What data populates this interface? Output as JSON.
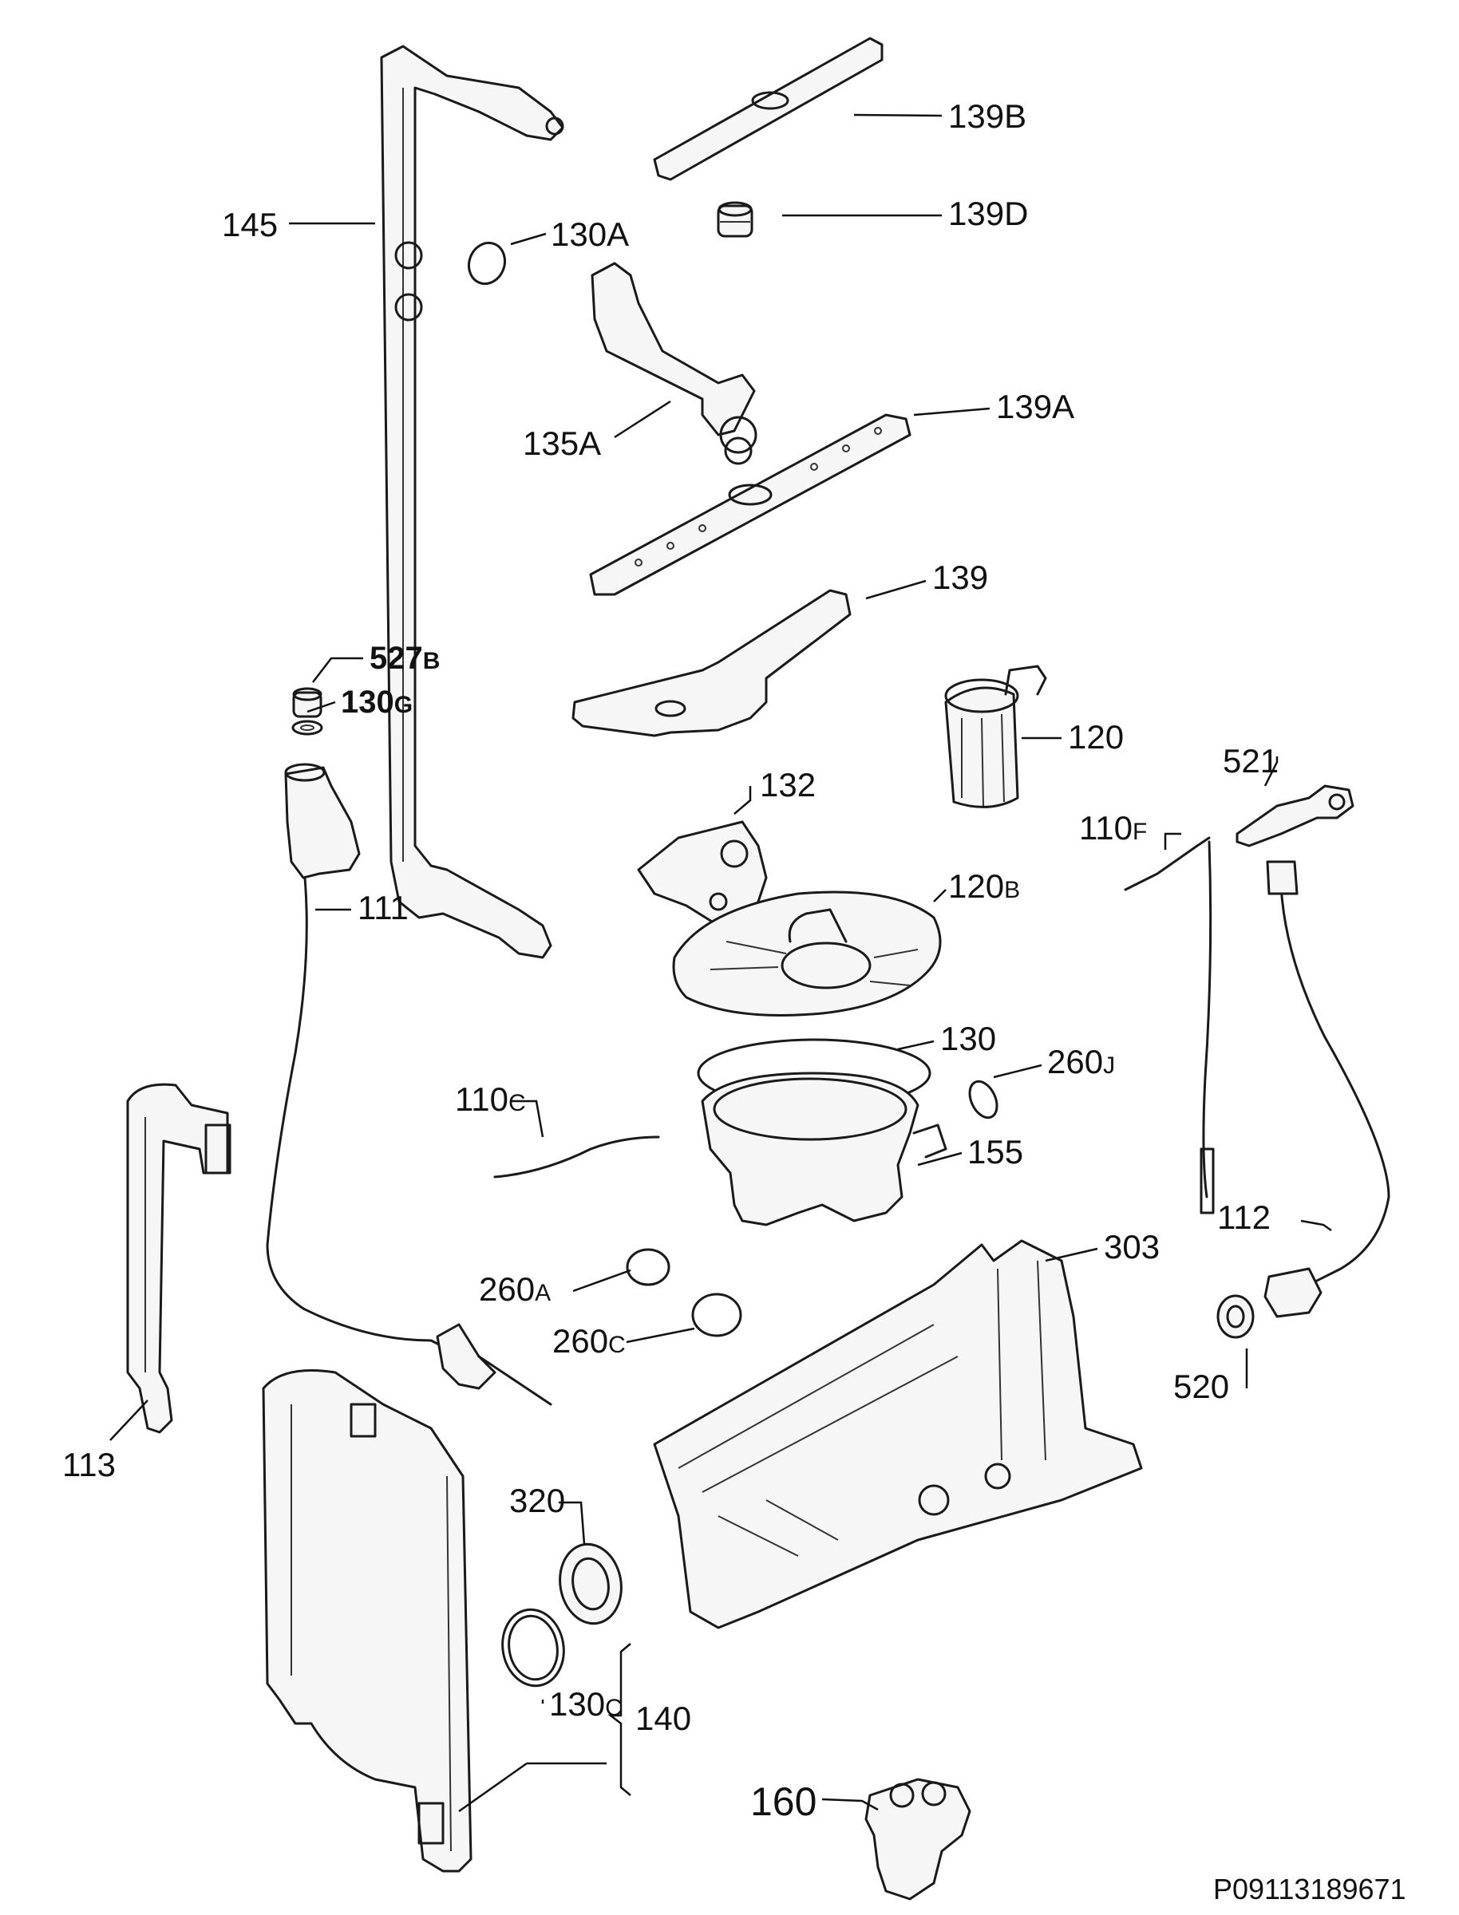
{
  "document_code": "P09113189671",
  "labels": {
    "l139B": "139B",
    "l139D": "139D",
    "l145": "145",
    "l130A": "130A",
    "l135A": "135A",
    "l139A": "139A",
    "l139": "139",
    "l527": "527",
    "l527s": "B",
    "l130g": "130",
    "l130gs": "G",
    "l120": "120",
    "l132": "132",
    "l521": "521",
    "l110": "110",
    "l110s": "F",
    "l120b": "120",
    "l120bs": "B",
    "l111": "111",
    "l130": "130",
    "l260": "260",
    "l260s": "J",
    "l110c": "110",
    "l110cs": "C",
    "l155": "155",
    "l112": "112",
    "l260a": "260",
    "l260as": "A",
    "l303": "303",
    "l260c": "260",
    "l260cs": "C",
    "l520": "520",
    "l113": "113",
    "l320": "320",
    "l130c": "130",
    "l130cs": "C",
    "l140": "140",
    "l160": "160"
  }
}
